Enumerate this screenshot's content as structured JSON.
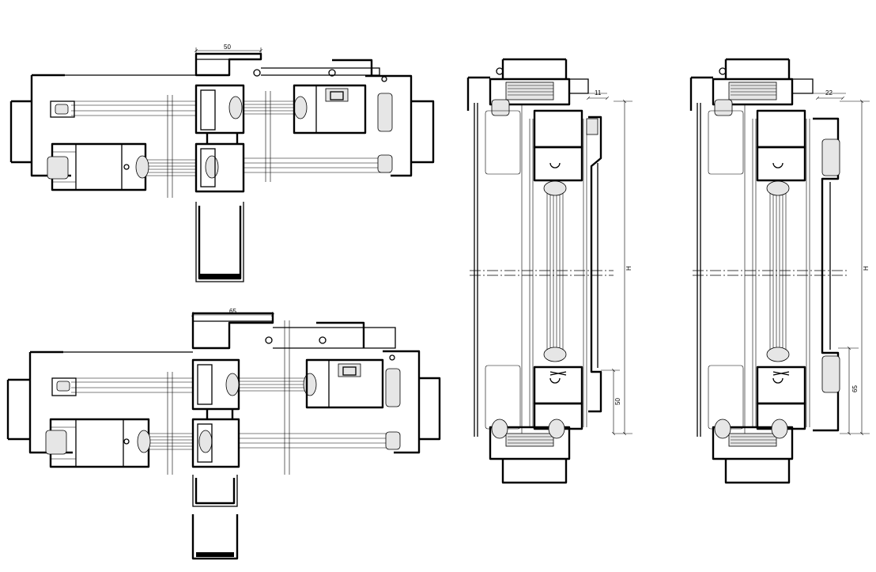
{
  "dimensions": {
    "plan_top_width": "50",
    "plan_bottom_width": "65",
    "section_left_offset": "11",
    "section_left_height": "H",
    "section_left_bottom": "50",
    "section_right_offset": "22",
    "section_right_height": "H",
    "section_right_bottom": "65"
  },
  "colors": {
    "line": "#000000",
    "background": "#ffffff",
    "glass_fill": "#e6e6e6"
  }
}
